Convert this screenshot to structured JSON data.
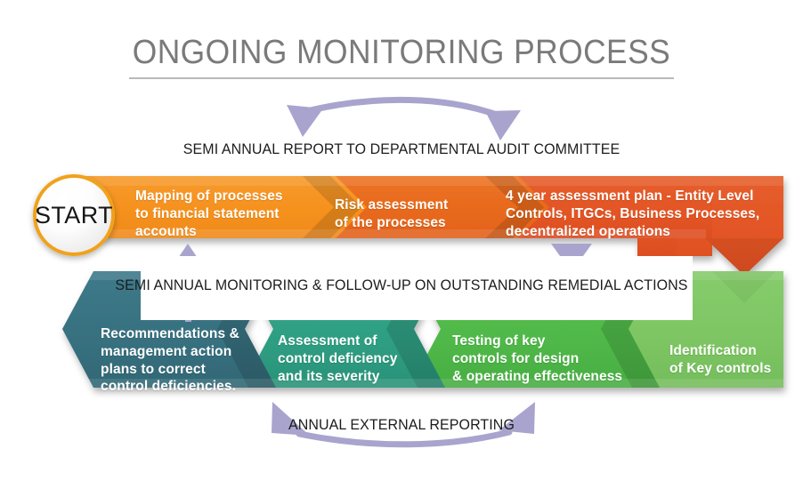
{
  "page": {
    "title": "ONGOING MONITORING PROCESS",
    "background": "#ffffff"
  },
  "start": {
    "label": "START",
    "ring_color": "#f0a21c"
  },
  "top_row": {
    "direction": "left-to-right",
    "steps": [
      {
        "id": "mapping",
        "label": "Mapping of processes\nto financial statement\naccounts",
        "color": "#f5911e"
      },
      {
        "id": "risk-assessment",
        "label": "Risk assessment\nof the processes",
        "color": "#e8691d"
      },
      {
        "id": "four-year-plan",
        "label": "4 year assessment plan - Entity Level\nControls, ITGCs, Business Processes,\ndecentralized operations",
        "color": "#e35525"
      }
    ]
  },
  "bottom_row": {
    "direction": "right-to-left",
    "steps": [
      {
        "id": "identification",
        "label": "Identification\nof Key controls",
        "color": "#7dc563"
      },
      {
        "id": "testing",
        "label": "Testing of key\ncontrols for design\n& operating effectiveness",
        "color": "#4fb848"
      },
      {
        "id": "assessment-deficiency",
        "label": "Assessment of\ncontrol deficiency\nand its severity",
        "color": "#2e9e82"
      },
      {
        "id": "recommendations",
        "label": "Recommendations &\nmanagement action\nplans to correct\ncontrol deficiencies.",
        "color": "#37707f"
      }
    ]
  },
  "connectors": {
    "accent_color": "#a8a4cd",
    "top_caption": "SEMI ANNUAL REPORT TO DEPARTMENTAL AUDIT COMMITTEE",
    "middle_caption": "SEMI ANNUAL MONITORING & FOLLOW-UP ON OUTSTANDING REMEDIAL ACTIONS",
    "bottom_caption": "ANNUAL EXTERNAL REPORTING",
    "arrows": [
      {
        "id": "top-arc",
        "shape": "double-headed-arc-up"
      },
      {
        "id": "middle-left",
        "shape": "vertical-arrow-up"
      },
      {
        "id": "middle-right",
        "shape": "vertical-arrow-down"
      },
      {
        "id": "bottom-arc",
        "shape": "double-headed-arc-down"
      }
    ]
  }
}
